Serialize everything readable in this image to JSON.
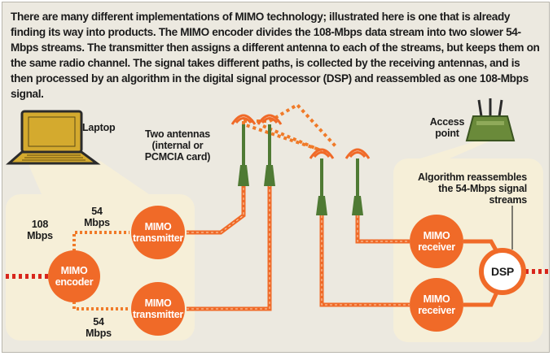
{
  "intro_text": "There are many different implementations of MIMO technology; illustrated here is one that is already finding its way into products. The MIMO encoder divides the 108-Mbps data stream into two slower 54-Mbps streams. The transmitter then assigns a different antenna to each of the streams, but keeps them on the same radio channel. The signal takes different paths, is collected by the receiving antennas, and is then processed by an algorithm in the digital signal processor (DSP) and reassembled as one 108-Mbps signal.",
  "labels": {
    "laptop": "Laptop",
    "two_antennas": [
      "Two antennas",
      "(internal or",
      "PCMCIA card)"
    ],
    "access_point": [
      "Access",
      "point"
    ],
    "algorithm": [
      "Algorithm reassembles",
      "the 54-Mbps signal",
      "streams"
    ],
    "rate_108": [
      "108",
      "Mbps"
    ],
    "rate_54_top": [
      "54",
      "Mbps"
    ],
    "rate_54_bottom": [
      "54",
      "Mbps"
    ]
  },
  "nodes": {
    "encoder": [
      "MIMO",
      "encoder"
    ],
    "transmitter_top": [
      "MIMO",
      "transmitter"
    ],
    "transmitter_bottom": [
      "MIMO",
      "transmitter"
    ],
    "receiver_top": [
      "MIMO",
      "receiver"
    ],
    "receiver_bottom": [
      "MIMO",
      "receiver"
    ],
    "dsp": "DSP"
  },
  "colors": {
    "orange": "#f06a28",
    "panel": "#f6efd8",
    "laptop_gold": "#d4aa2e",
    "antenna_green": "#4f7a34",
    "signal_dash": "#f07a28",
    "red_dash": "#d8261c",
    "background": "#ece9e0"
  }
}
